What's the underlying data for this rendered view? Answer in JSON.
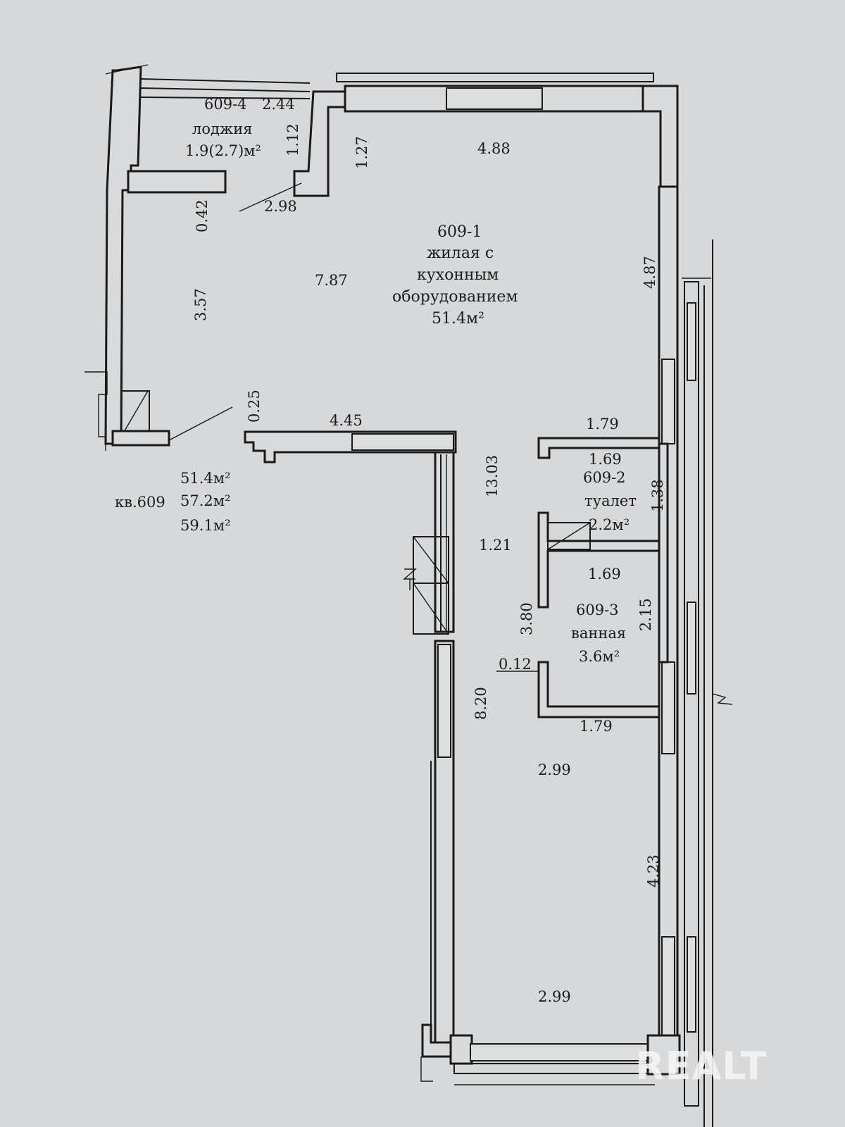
{
  "rooms": {
    "loggia": {
      "number": "609-4",
      "name": "лоджия",
      "area": "1.9(2.7)м²"
    },
    "living": {
      "number": "609-1",
      "name_line1": "жилая с",
      "name_line2": "кухонным",
      "name_line3": "оборудованием",
      "area": "51.4м²"
    },
    "toilet": {
      "number": "609-2",
      "name": "туалет",
      "area": "2.2м²"
    },
    "bath": {
      "number": "609-3",
      "name": "ванная",
      "area": "3.6м²"
    }
  },
  "apartment": {
    "label": "кв.609",
    "area_living": "51.4м²",
    "area_total": "57.2м²",
    "area_with_loggia": "59.1м²"
  },
  "dimensions": {
    "d_2_44": "2.44",
    "d_1_12": "1.12",
    "d_1_27": "1.27",
    "d_4_88": "4.88",
    "d_0_42": "0.42",
    "d_2_98": "2.98",
    "d_7_87": "7.87",
    "d_3_57": "3.57",
    "d_4_87": "4.87",
    "d_0_25": "0.25",
    "d_4_45": "4.45",
    "d_1_79_top": "1.79",
    "d_1_69_top": "1.69",
    "d_13_03": "13.03",
    "d_1_38": "1.38",
    "d_1_21": "1.21",
    "d_1_69_mid": "1.69",
    "d_3_80": "3.80",
    "d_2_15": "2.15",
    "d_0_12": "0.12",
    "d_8_20": "8.20",
    "d_1_79_bottom": "1.79",
    "d_2_99_mid": "2.99",
    "d_4_23": "4.23",
    "d_2_99_bottom": "2.99"
  },
  "watermark": {
    "text": "REALT"
  }
}
